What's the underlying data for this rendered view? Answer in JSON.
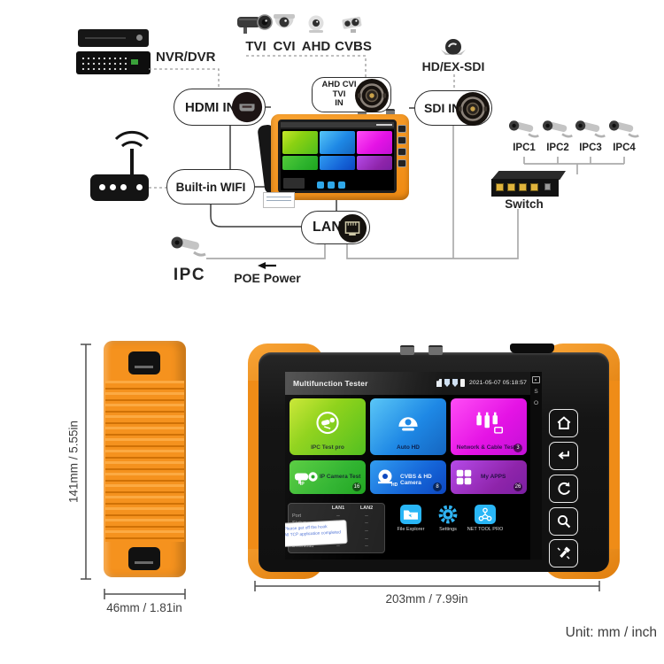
{
  "colors": {
    "bumper_orange": "#F5921E",
    "tile_green_lime": "#8BD112",
    "tile_blue": "#1E88E5",
    "tile_magenta": "#E513E5",
    "tile_green": "#2DB32D",
    "tile_blue_dark": "#1565D8",
    "tile_purple": "#8E24AA",
    "shortcut_blue": "#29B6F6"
  },
  "icons": {
    "home": "house",
    "enter": "return-arrow",
    "back": "undo-arrow",
    "zoom": "magnifier",
    "flashlight": "torch",
    "wifi": "antenna-waves",
    "poe_arrow": "left-arrow"
  },
  "diagram": {
    "av_cameras": [
      {
        "label": "TVI"
      },
      {
        "label": "CVI"
      },
      {
        "label": "AHD"
      },
      {
        "label": "CVBS"
      }
    ],
    "nvr_label": "NVR/DVR",
    "hdmi_port_label": "HDMI IN",
    "ahd_port_label_line1": "AHD CVI TVI",
    "ahd_port_label_line2": "IN",
    "sdi_port_label": "SDI IN",
    "hd_ex_sdi_label": "HD/EX-SDI",
    "wifi_label": "Built-in WIFI",
    "lan_port_label": "LAN",
    "ipc_label": "IPC",
    "poe_label": "POE Power",
    "switch_label": "Switch",
    "ip_cameras": [
      {
        "label": "IPC1"
      },
      {
        "label": "IPC2"
      },
      {
        "label": "IPC3"
      },
      {
        "label": "IPC4"
      }
    ]
  },
  "tester_screen": {
    "title": "Multifunction Tester",
    "datetime": "2021-05-07 05:18:57",
    "apps": [
      {
        "label": "IPC Test pro"
      },
      {
        "label": "Auto HD"
      },
      {
        "label": "Network & Cable Tester",
        "badge": "3"
      },
      {
        "label": "IP Camera Test",
        "badge": "16",
        "icon_caption": "IP"
      },
      {
        "label": "CVBS & HD Camera",
        "badge": "8",
        "icon_caption": "HD"
      },
      {
        "label": "My APPS",
        "badge": "26"
      }
    ],
    "side_strip_letters": [
      "S",
      "O"
    ],
    "link_table": {
      "columns": [
        "LAN1",
        "LAN2"
      ],
      "rows": [
        "Port",
        "Status",
        "Quality",
        "Upload",
        "Download"
      ],
      "placeholder": "--"
    },
    "shortcuts": [
      {
        "label": "File Explorer"
      },
      {
        "label": "Settings"
      },
      {
        "label": "NET TOOL PRO"
      }
    ],
    "tooltip_lines": [
      "Please get off the hook",
      "All TCP application completed"
    ]
  },
  "dimensions": {
    "height": "141mm / 5.55in",
    "depth": "46mm / 1.81in",
    "width": "203mm / 7.99in",
    "unit_note": "Unit: mm / inch"
  }
}
